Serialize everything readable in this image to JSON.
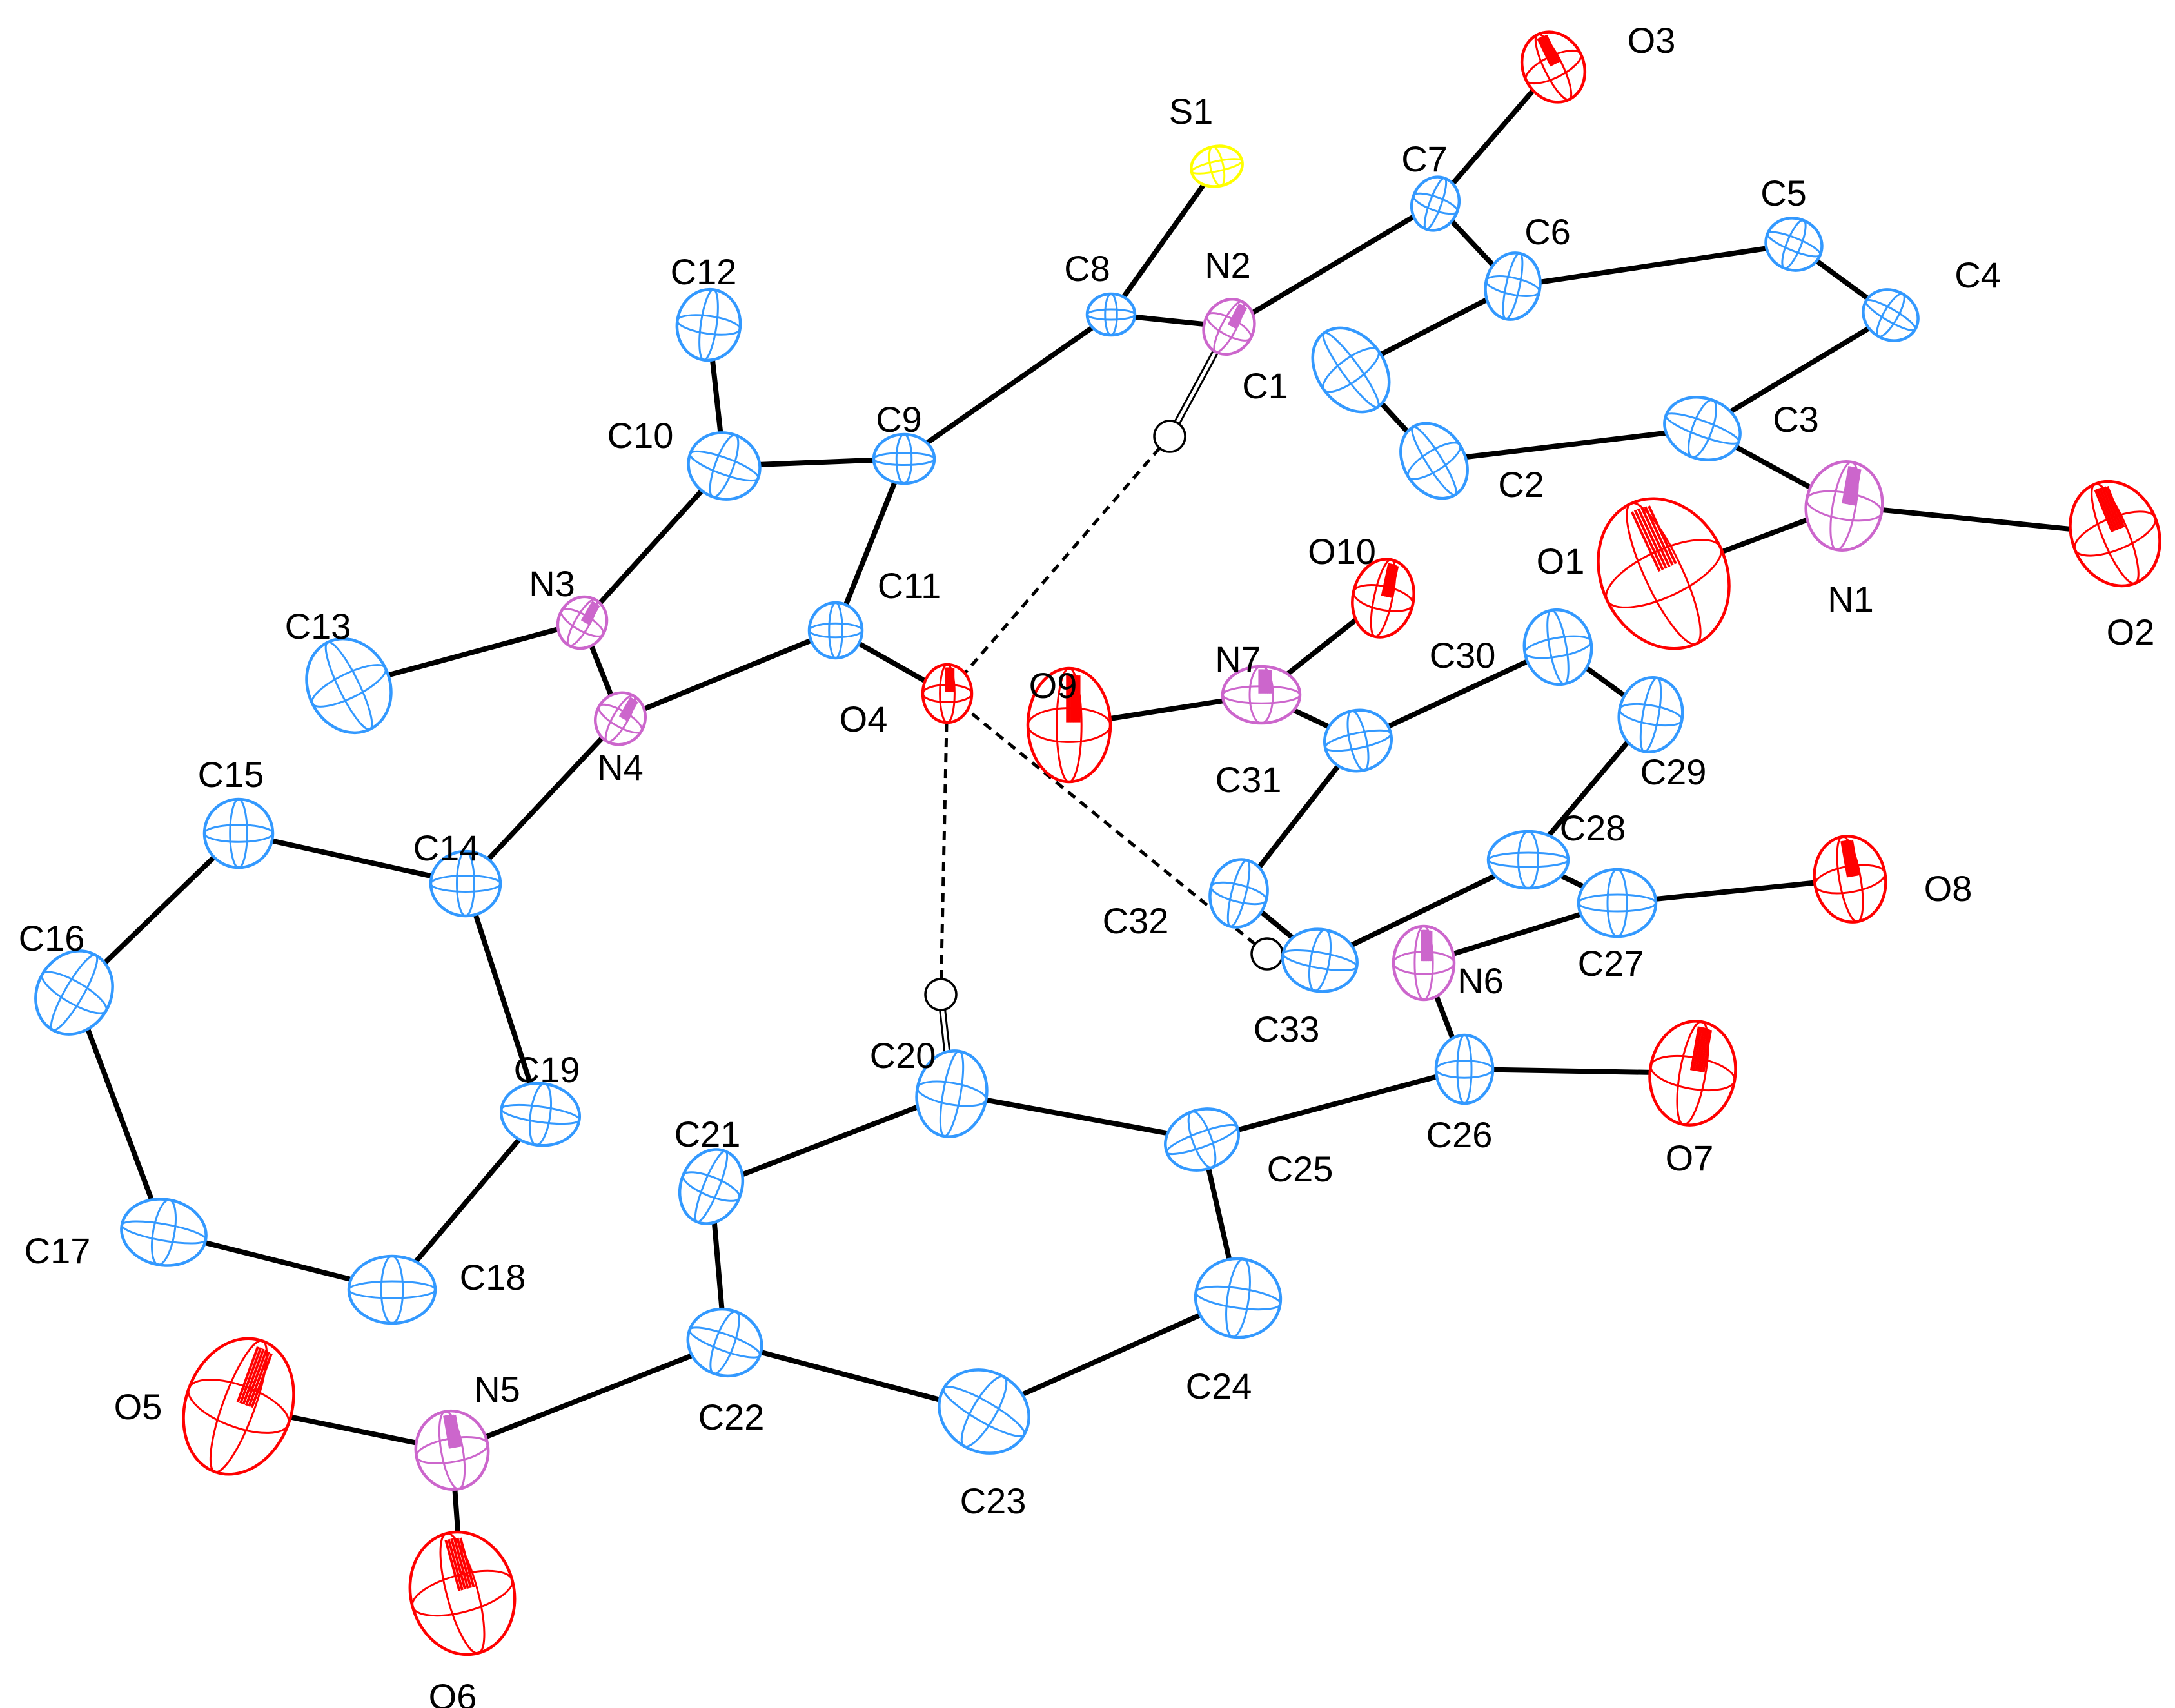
{
  "atoms": [
    {
      "id": "S1",
      "element": "S"
    },
    {
      "id": "O1",
      "element": "O"
    },
    {
      "id": "O2",
      "element": "O"
    },
    {
      "id": "O3",
      "element": "O"
    },
    {
      "id": "O4",
      "element": "O"
    },
    {
      "id": "O5",
      "element": "O"
    },
    {
      "id": "O6",
      "element": "O"
    },
    {
      "id": "O7",
      "element": "O"
    },
    {
      "id": "O8",
      "element": "O"
    },
    {
      "id": "O9",
      "element": "O"
    },
    {
      "id": "O10",
      "element": "O"
    },
    {
      "id": "N1",
      "element": "N"
    },
    {
      "id": "N2",
      "element": "N"
    },
    {
      "id": "N3",
      "element": "N"
    },
    {
      "id": "N4",
      "element": "N"
    },
    {
      "id": "N5",
      "element": "N"
    },
    {
      "id": "N6",
      "element": "N"
    },
    {
      "id": "N7",
      "element": "N"
    },
    {
      "id": "C1",
      "element": "C"
    },
    {
      "id": "C2",
      "element": "C"
    },
    {
      "id": "C3",
      "element": "C"
    },
    {
      "id": "C4",
      "element": "C"
    },
    {
      "id": "C5",
      "element": "C"
    },
    {
      "id": "C6",
      "element": "C"
    },
    {
      "id": "C7",
      "element": "C"
    },
    {
      "id": "C8",
      "element": "C"
    },
    {
      "id": "C9",
      "element": "C"
    },
    {
      "id": "C10",
      "element": "C"
    },
    {
      "id": "C11",
      "element": "C"
    },
    {
      "id": "C12",
      "element": "C"
    },
    {
      "id": "C13",
      "element": "C"
    },
    {
      "id": "C14",
      "element": "C"
    },
    {
      "id": "C15",
      "element": "C"
    },
    {
      "id": "C16",
      "element": "C"
    },
    {
      "id": "C17",
      "element": "C"
    },
    {
      "id": "C18",
      "element": "C"
    },
    {
      "id": "C19",
      "element": "C"
    },
    {
      "id": "C20",
      "element": "C"
    },
    {
      "id": "C21",
      "element": "C"
    },
    {
      "id": "C22",
      "element": "C"
    },
    {
      "id": "C23",
      "element": "C"
    },
    {
      "id": "C24",
      "element": "C"
    },
    {
      "id": "C25",
      "element": "C"
    },
    {
      "id": "C26",
      "element": "C"
    },
    {
      "id": "C27",
      "element": "C"
    },
    {
      "id": "C28",
      "element": "C"
    },
    {
      "id": "C29",
      "element": "C"
    },
    {
      "id": "C30",
      "element": "C"
    },
    {
      "id": "C31",
      "element": "C"
    },
    {
      "id": "C32",
      "element": "C"
    },
    {
      "id": "C33",
      "element": "C"
    }
  ],
  "element_colors": {
    "C": "#3399ff",
    "N": "#cc66cc",
    "O": "#ff0000",
    "S": "#ffff00",
    "H": "#000000"
  },
  "bonds": [
    [
      "S1",
      "C8"
    ],
    [
      "C8",
      "N2"
    ],
    [
      "C8",
      "C9"
    ],
    [
      "N2",
      "C7"
    ],
    [
      "C7",
      "O3"
    ],
    [
      "C7",
      "C6"
    ],
    [
      "C6",
      "C5"
    ],
    [
      "C6",
      "C1"
    ],
    [
      "C5",
      "C4"
    ],
    [
      "C4",
      "C3"
    ],
    [
      "C3",
      "C2"
    ],
    [
      "C2",
      "C1"
    ],
    [
      "C3",
      "N1"
    ],
    [
      "N1",
      "O1"
    ],
    [
      "N1",
      "O2"
    ],
    [
      "C9",
      "C10"
    ],
    [
      "C9",
      "C11"
    ],
    [
      "C10",
      "C12"
    ],
    [
      "C10",
      "N3"
    ],
    [
      "N3",
      "C13"
    ],
    [
      "N3",
      "N4"
    ],
    [
      "N4",
      "C11"
    ],
    [
      "C11",
      "O4"
    ],
    [
      "N4",
      "C14"
    ],
    [
      "C14",
      "C15"
    ],
    [
      "C15",
      "C16"
    ],
    [
      "C16",
      "C17"
    ],
    [
      "C17",
      "C18"
    ],
    [
      "C18",
      "C19"
    ],
    [
      "C19",
      "C14"
    ],
    [
      "C20",
      "C21"
    ],
    [
      "C21",
      "C22"
    ],
    [
      "C22",
      "C23"
    ],
    [
      "C23",
      "C24"
    ],
    [
      "C24",
      "C25"
    ],
    [
      "C25",
      "C20"
    ],
    [
      "C22",
      "N5"
    ],
    [
      "N5",
      "O5"
    ],
    [
      "N5",
      "O6"
    ],
    [
      "C25",
      "C26"
    ],
    [
      "C26",
      "O7"
    ],
    [
      "C26",
      "N6"
    ],
    [
      "N6",
      "C27"
    ],
    [
      "C27",
      "O8"
    ],
    [
      "C27",
      "C28"
    ],
    [
      "C28",
      "C29"
    ],
    [
      "C29",
      "C30"
    ],
    [
      "C30",
      "C31"
    ],
    [
      "C31",
      "C32"
    ],
    [
      "C32",
      "C33"
    ],
    [
      "C33",
      "C28"
    ],
    [
      "C31",
      "N7"
    ],
    [
      "N7",
      "O9"
    ],
    [
      "N7",
      "O10"
    ]
  ],
  "hydrogens": [
    {
      "id": "H2",
      "parent": "N2"
    },
    {
      "id": "H20",
      "parent": "C20"
    },
    {
      "id": "H33",
      "parent": "C33"
    }
  ],
  "hydrogen_bonds": [
    [
      "H2",
      "O4"
    ],
    [
      "H20",
      "O4"
    ],
    [
      "H33",
      "O4"
    ]
  ]
}
